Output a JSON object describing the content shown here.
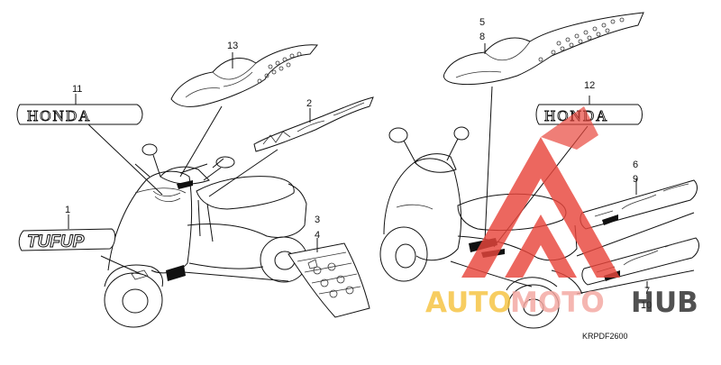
{
  "parts": {
    "p1": "1",
    "p11": "11",
    "p13": "13",
    "p2": "2",
    "p3": "3",
    "p4": "4",
    "p5": "5",
    "p8": "8",
    "p12": "12",
    "p6": "6",
    "p9": "9",
    "p7": "7",
    "p10": "10"
  },
  "emblems": {
    "honda_left": "HONDA",
    "honda_right": "HONDA",
    "tufup": "TUFUP"
  },
  "watermark": {
    "auto": "AUTO",
    "moto": "MOTO",
    "hub": "HUB",
    "auto_color": "#f6c33f",
    "moto_color": "#f4a7a0",
    "hub_color": "#2b2b2b",
    "logo_color": "#e8463c"
  },
  "diagram_code": "KRPDF2600"
}
